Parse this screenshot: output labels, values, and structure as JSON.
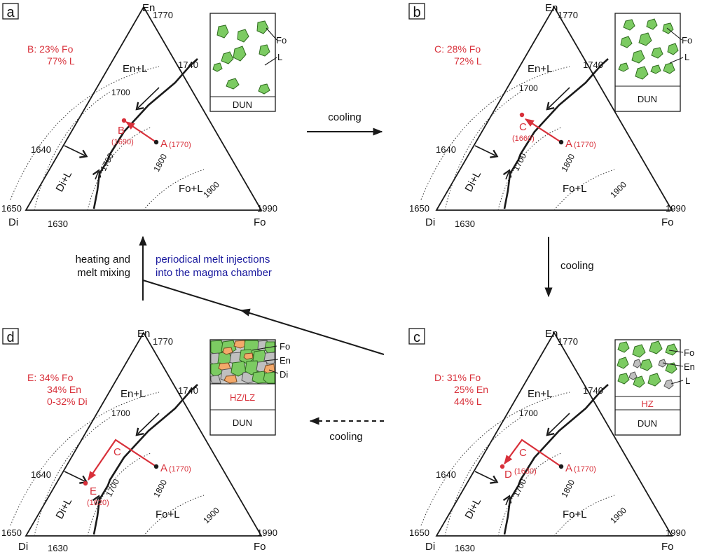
{
  "panels": {
    "a": {
      "letter": "a",
      "apex_en": "En",
      "apex_di": "Di",
      "apex_fo": "Fo",
      "t_en": "1770",
      "t_di": "1650",
      "t_fo": "1990",
      "t_1740": "1740",
      "t_1640": "1640",
      "t_1630": "1630",
      "field_enl": "En+L",
      "field_dil": "Di+L",
      "field_fol": "Fo+L",
      "iso_1700": "1700",
      "iso_1700b": "1700",
      "iso_1800": "1800",
      "iso_1900": "1900",
      "pt_a": "A",
      "pt_a_temp": "(1770)",
      "pt_b": "B",
      "pt_b_temp": "(1690)",
      "res_l1": "B:  23% Fo",
      "res_l2": "77% L",
      "inset_rock": "DUN",
      "inset_fo": "Fo",
      "inset_l": "L"
    },
    "b": {
      "letter": "b",
      "apex_en": "En",
      "apex_di": "Di",
      "apex_fo": "Fo",
      "t_en": "1770",
      "t_di": "1650",
      "t_fo": "1990",
      "t_1740": "1740",
      "t_1640": "1640",
      "t_1630": "1630",
      "field_enl": "En+L",
      "field_dil": "Di+L",
      "field_fol": "Fo+L",
      "iso_1700": "1700",
      "iso_1700b": "1700",
      "iso_1800": "1800",
      "iso_1900": "1900",
      "pt_a": "A",
      "pt_a_temp": "(1770)",
      "pt_c": "C",
      "pt_c_temp": "(1660)",
      "res_l1": "C:  28% Fo",
      "res_l2": "72% L",
      "inset_rock": "DUN",
      "inset_fo": "Fo",
      "inset_l": "L"
    },
    "c": {
      "letter": "c",
      "apex_en": "En",
      "apex_di": "Di",
      "apex_fo": "Fo",
      "t_en": "1770",
      "t_di": "1650",
      "t_fo": "1990",
      "t_1740": "1740",
      "t_1640": "1640",
      "t_1630": "1630",
      "field_enl": "En+L",
      "field_dil": "Di+L",
      "field_fol": "Fo+L",
      "iso_1700": "1700",
      "iso_1700b": "1700",
      "iso_1800": "1800",
      "iso_1900": "1900",
      "pt_a": "A",
      "pt_a_temp": "(1770)",
      "pt_c": "C",
      "pt_d": "D",
      "pt_d_temp": "(1630)",
      "res_l1": "D:  31% Fo",
      "res_l2": "25% En",
      "res_l3": "44% L",
      "inset_hz": "HZ",
      "inset_rock": "DUN",
      "inset_fo": "Fo",
      "inset_en": "En",
      "inset_l": "L"
    },
    "d": {
      "letter": "d",
      "apex_en": "En",
      "apex_di": "Di",
      "apex_fo": "Fo",
      "t_en": "1770",
      "t_di": "1650",
      "t_fo": "1990",
      "t_1740": "1740",
      "t_1640": "1640",
      "t_1630": "1630",
      "field_enl": "En+L",
      "field_dil": "Di+L",
      "field_fol": "Fo+L",
      "iso_1700": "1700",
      "iso_1700b": "1700",
      "iso_1800": "1800",
      "iso_1900": "1900",
      "pt_a": "A",
      "pt_a_temp": "(1770)",
      "pt_c": "C",
      "pt_e": "E",
      "pt_e_temp": "(1620)",
      "res_l1": "E:  34% Fo",
      "res_l2": "34% En",
      "res_l3": "0-32% Di",
      "inset_hzlz": "HZ/LZ",
      "inset_rock": "DUN",
      "inset_fo": "Fo",
      "inset_en": "En",
      "inset_di": "Di"
    }
  },
  "flow": {
    "cooling_ab": "cooling",
    "cooling_bc": "cooling",
    "cooling_cd": "cooling",
    "heating_l1": "heating and",
    "heating_l2": "melt mixing",
    "injection_l1": "periodical melt injections",
    "injection_l2": "into the magma chamber"
  },
  "colors": {
    "red": "#d8303a",
    "blue": "#1a1a9e",
    "olivine": "#7ccb62",
    "enstatite": "#bfbfbf",
    "diopside": "#f4a96a"
  }
}
